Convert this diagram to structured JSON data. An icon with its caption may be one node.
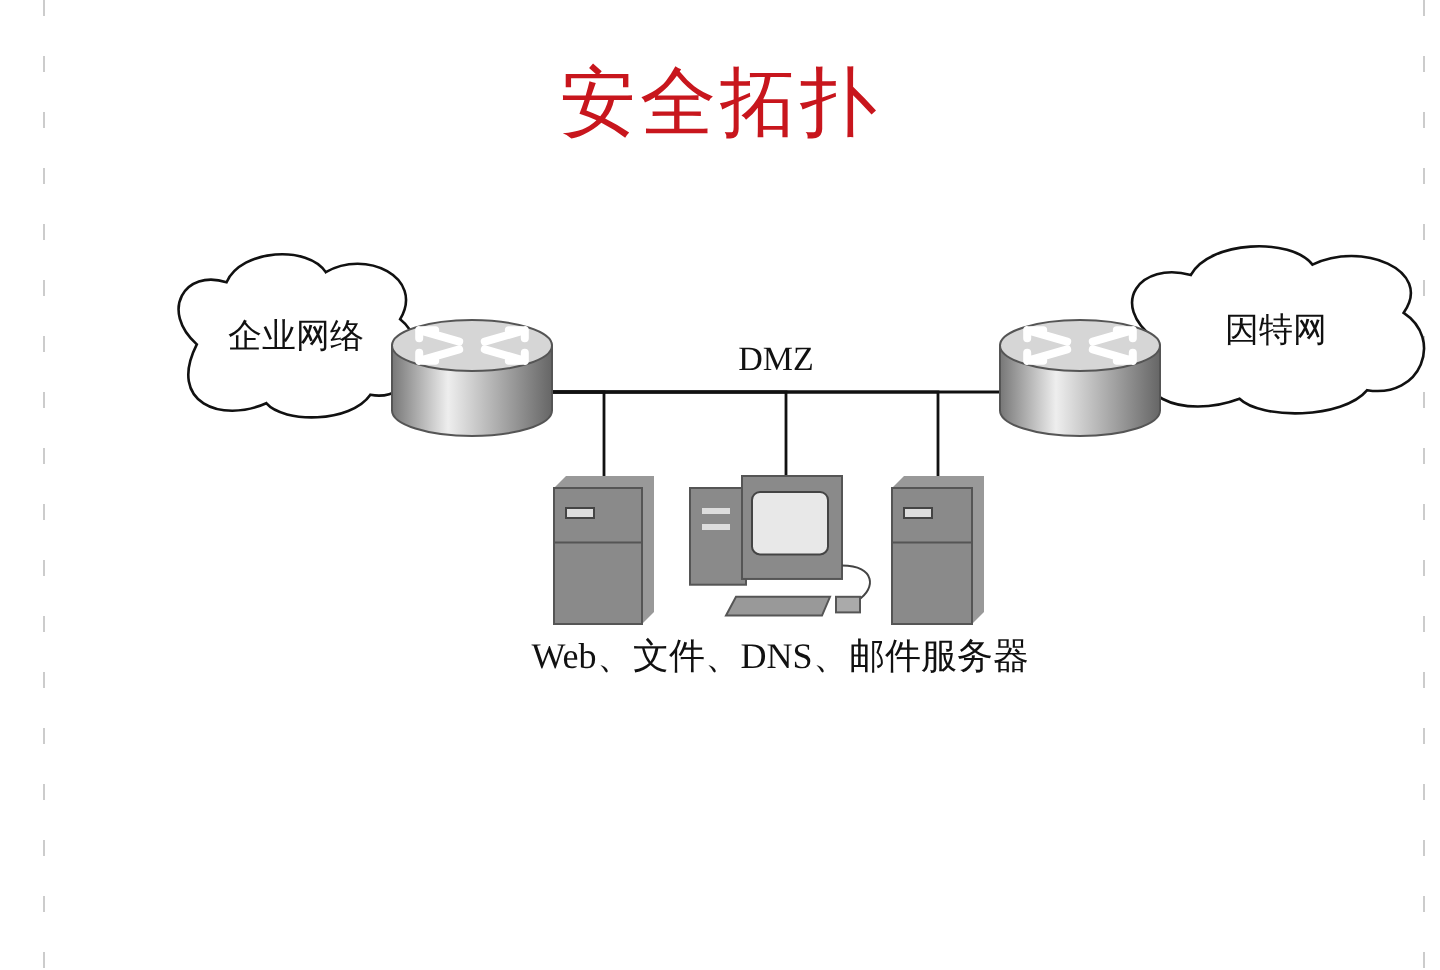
{
  "diagram": {
    "title": "安全拓扑",
    "nodes": [
      {
        "text": [
          "企业网络"
        ]
      },
      {
        "text": [],
        "shape": "router"
      },
      {
        "text": [],
        "shape": "router"
      },
      {
        "text": [
          "因特网"
        ]
      },
      {
        "text": [],
        "shape": "server"
      },
      {
        "text": [],
        "shape": "computer"
      },
      {
        "text": [],
        "shape": "server"
      }
    ],
    "edges": [
      {
        "from": 1,
        "to": 2,
        "arrow": "none",
        "label": "DMZ"
      },
      {
        "from": 1,
        "to": 4,
        "arrow": "none"
      },
      {
        "from": 1,
        "to": 5,
        "arrow": "none"
      },
      {
        "from": 1,
        "to": 6,
        "arrow": "none"
      }
    ],
    "labels": [
      "Web、文件、DNS、邮件服务器"
    ]
  }
}
